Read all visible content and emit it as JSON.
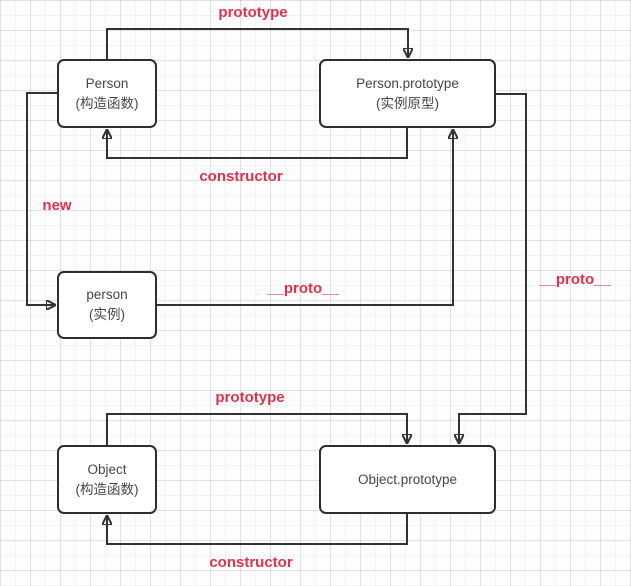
{
  "canvas": {
    "background": "#fdfdfd",
    "grid": "on"
  },
  "colors": {
    "line": "#333333",
    "label_red": "#e0324a",
    "node_border": "#2e2e2e",
    "node_bg": "#ffffff",
    "node_text": "#464646"
  },
  "nodes": {
    "personCtor": {
      "label": "Person",
      "sub": "(构造函数)"
    },
    "personProto": {
      "label": "Person.prototype",
      "sub": "(实例原型)"
    },
    "personInst": {
      "label": "person",
      "sub": "(实例)"
    },
    "objectCtor": {
      "label": "Object",
      "sub": "(构造函数)"
    },
    "objectProto": {
      "label": "Object.prototype",
      "sub": ""
    }
  },
  "edge_labels": {
    "prototype_top": "prototype",
    "constructor_top": "constructor",
    "new_label": "new",
    "proto_mid": "__proto__",
    "proto_right": "__proto__",
    "prototype_bottom": "prototype",
    "constructor_bottom": "constructor"
  },
  "edges": [
    {
      "from": "Person",
      "to": "Person.prototype",
      "label": "prototype"
    },
    {
      "from": "Person.prototype",
      "to": "Person",
      "label": "constructor"
    },
    {
      "from": "Person",
      "to": "person",
      "label": "new"
    },
    {
      "from": "person",
      "to": "Person.prototype",
      "label": "__proto__"
    },
    {
      "from": "Person.prototype",
      "to": "Object.prototype",
      "label": "__proto__"
    },
    {
      "from": "Object",
      "to": "Object.prototype",
      "label": "prototype"
    },
    {
      "from": "Object.prototype",
      "to": "Object",
      "label": "constructor"
    }
  ]
}
